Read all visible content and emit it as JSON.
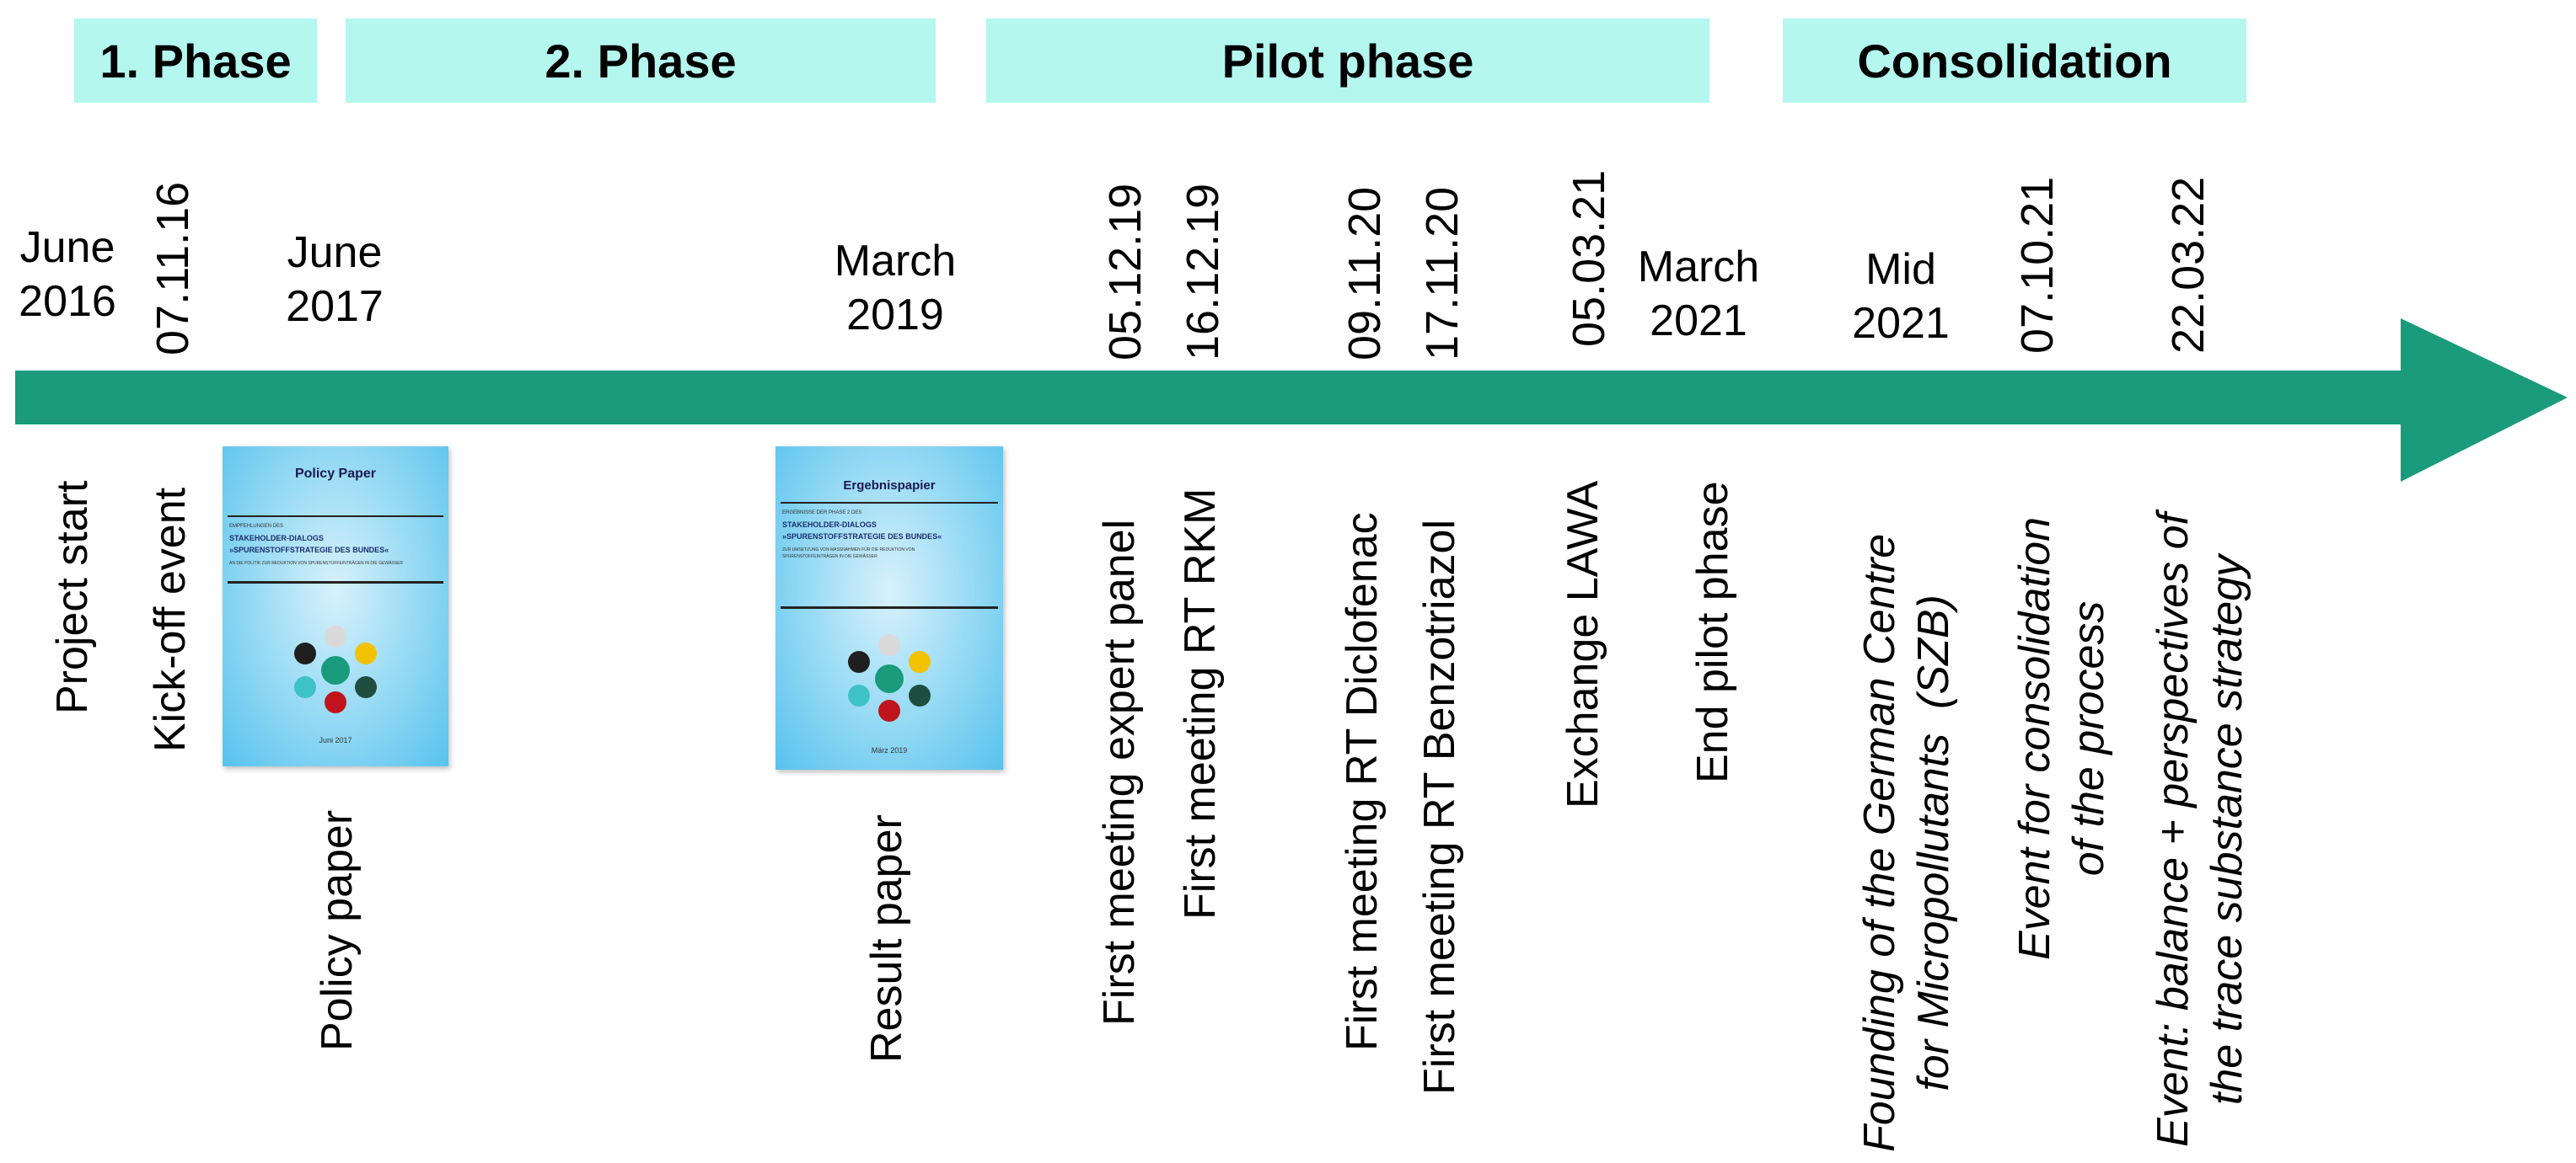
{
  "phases": [
    {
      "label": "1. Phase"
    },
    {
      "label": "2. Phase"
    },
    {
      "label": "Pilot phase"
    },
    {
      "label": "Consolidation"
    }
  ],
  "dates": {
    "june_2016": "June\n2016",
    "kickoff": "07.11.16",
    "june_2017": "June\n2017",
    "march_2019": "March\n2019",
    "d_051219": "05.12.19",
    "d_161219": "16.12.19",
    "d_091120": "09.11.20",
    "d_171120": "17.11.20",
    "d_050321": "05.03.21",
    "march_2021": "March\n2021",
    "mid_2021": "Mid\n2021",
    "d_071021": "07.10.21",
    "d_220322": "22.03.22"
  },
  "events": {
    "project_start": "Project start",
    "kickoff_event": "Kick-off event",
    "policy_paper": "Policy paper",
    "result_paper": "Result paper",
    "expert_panel": "First meeting  expert panel",
    "rt_rkm": "First meeting RT RKM",
    "rt_diclofenac": "First meeting RT Diclofenac",
    "rt_benzotriazol": "First meeting RT Benzotriazol",
    "exchange_lawa": "Exchange LAWA",
    "end_pilot": "End pilot phase",
    "founding_szb": "Founding of the German Centre\nfor Micropollutants  (SZB)",
    "consolidation_event": "Event for consolidation\nof the process",
    "balance_event": "Event: balance + perspectives of\nthe trace substance strategy"
  },
  "documents": {
    "policy": {
      "title": "Policy Paper",
      "small1": "EMPFEHLUNGEN DES",
      "mid1": "STAKEHOLDER-DIALOGS",
      "mid2": "»SPURENSTOFFSTRATEGIE DES BUNDES«",
      "small2": "AN DIE POLITIK ZUR REDUKTION VON SPURENSTOFFEINTRÄGEN IN DIE GEWÄSSER",
      "date": "Juni 2017"
    },
    "result": {
      "title": "Ergebnispapier",
      "small1": "ERGEBNISSE DER PHASE 2 DES",
      "mid1": "STAKEHOLDER-DIALOGS",
      "mid2": "»SPURENSTOFFSTRATEGIE DES BUNDES«",
      "small2": "ZUR UMSETZUNG VON MASSNAHMEN FÜR DIE REDUKTION VON",
      "small3": "SPURENSTOFFEINTRÄGEN IN DIE GEWÄSSER",
      "date": "März 2019"
    }
  },
  "colors": {
    "phase_box": "#b3f7ee",
    "arrow": "#1a9b7b"
  }
}
